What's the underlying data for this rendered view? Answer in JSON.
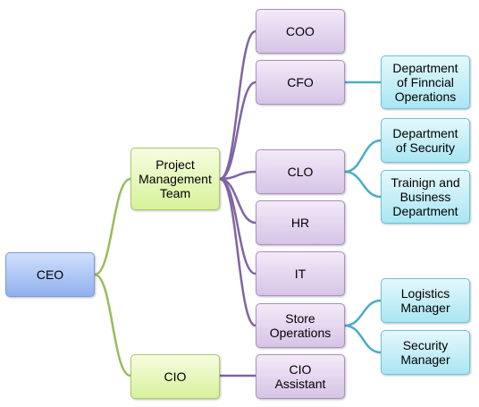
{
  "nodes": {
    "ceo": "CEO",
    "pmt": "Project\nManagement\nTeam",
    "cio": "CIO",
    "coo": "COO",
    "cfo": "CFO",
    "clo": "CLO",
    "hr": "HR",
    "it": "IT",
    "store_ops": "Store\nOperations",
    "cio_assistant": "CIO\nAssistant",
    "dept_financial_ops": "Department\nof Finncial\nOperations",
    "dept_security": "Department\nof Security",
    "training_business": "Trainign and\nBusiness\nDepartment",
    "logistics_manager": "Logistics\nManager",
    "security_manager": "Security\nManager"
  },
  "colors": {
    "root": "#8fb0ee",
    "level1": "#d6f29a",
    "level2": "#d6c4e6",
    "level3": "#a9e6f3",
    "link_green": "#9bbb59",
    "link_purple": "#8064a2",
    "link_cyan": "#4bacc6"
  }
}
